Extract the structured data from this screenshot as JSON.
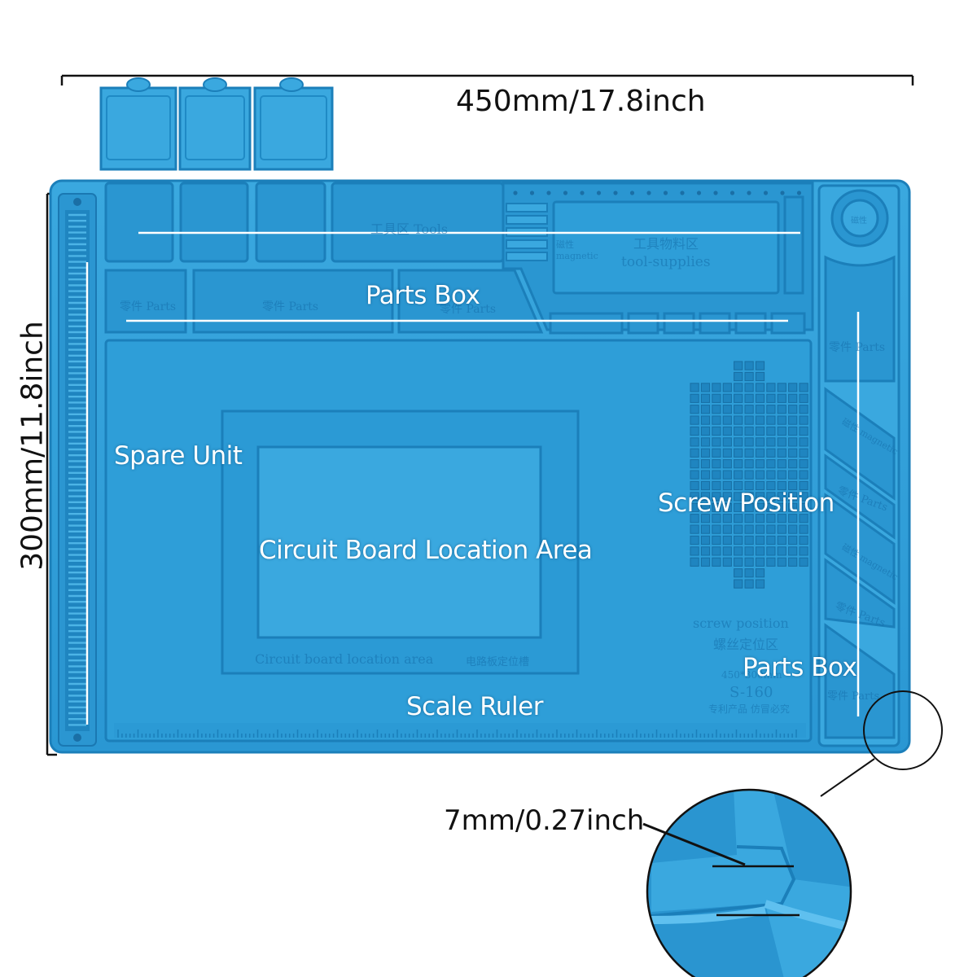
{
  "dimensions": {
    "width": "450mm/17.8inch",
    "height": "300mm/11.8inch",
    "thickness": "7mm/0.27inch"
  },
  "labels": {
    "parts_box_top": "Parts Box",
    "spare_unit": "Spare Unit",
    "circuit_board_area": "Circuit Board Location Area",
    "screw_position": "Screw Position",
    "parts_box_right": "Parts Box",
    "scale_ruler": "Scale Ruler"
  },
  "embossed": {
    "tools": "工具区 Tools",
    "magnetic_top": "磁性 magnetic",
    "tool_supplies_cn": "工具物料区",
    "tool_supplies_en": "tool-supplies",
    "parts_a": "零件 Parts",
    "parts_b": "零件 Parts",
    "parts_c": "零件 Parts",
    "parts_right_1": "零件 Parts",
    "magnetic_right_1": "磁性 magnetic",
    "parts_right_2": "零件 Parts",
    "magnetic_right_2": "磁性 magnetic",
    "parts_right_3": "零件 Parts",
    "parts_right_4": "零件 Parts",
    "screw_position_en": "screw position",
    "screw_position_cn": "螺丝定位区",
    "board_area": "Circuit board location area",
    "board_area_cn": "电路板定位槽",
    "model_size": "450*300mm",
    "model": "S-160",
    "patent": "专利产品 仿冒必究",
    "magnet_cup": "磁性"
  },
  "colors": {
    "mat": "#2f9fd9",
    "mat_dark": "#1e86c2",
    "mat_light": "#56b8e8",
    "text": "#ffffff",
    "dimension_line": "#111111"
  }
}
